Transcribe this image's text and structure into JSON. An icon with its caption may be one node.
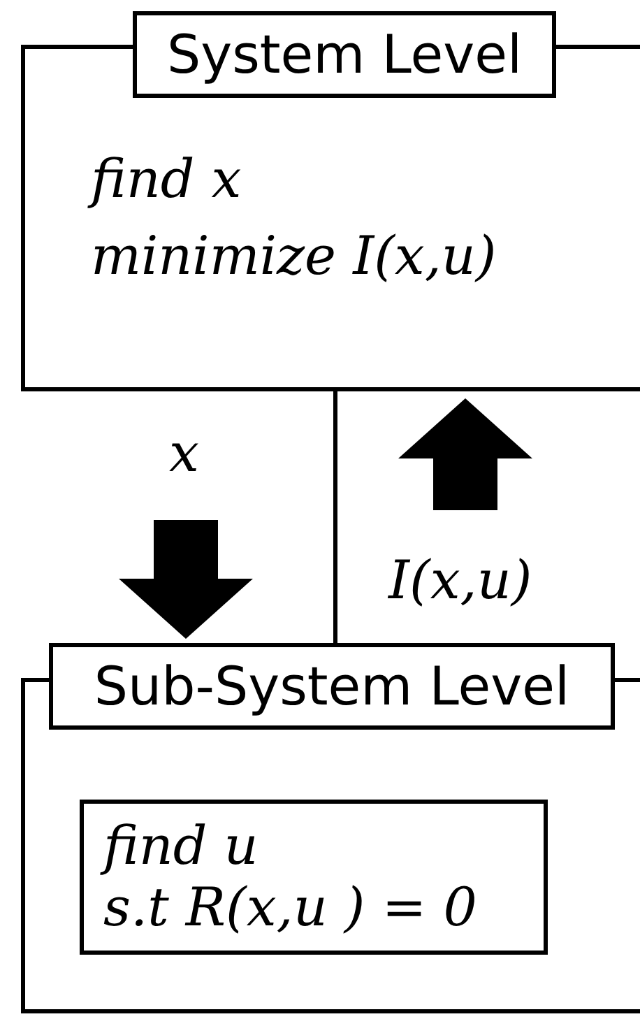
{
  "diagram": {
    "nodes": [
      {
        "text": [
          "System Level",
          "find x",
          "minimize I(x,u)"
        ]
      },
      {
        "text": [
          "Sub-System Level"
        ]
      },
      {
        "text": [
          "find u",
          "s.t R(x,u ) = 0"
        ],
        "in": 1
      }
    ],
    "edges": [
      {
        "from": 0,
        "to": 1,
        "arrow": "none"
      },
      {
        "from": null,
        "to": 1,
        "arrow": "to",
        "label": "x",
        "style": "thick"
      },
      {
        "from": null,
        "to": 0,
        "arrow": "to",
        "label": "I(x,u)",
        "style": "thick"
      }
    ]
  }
}
